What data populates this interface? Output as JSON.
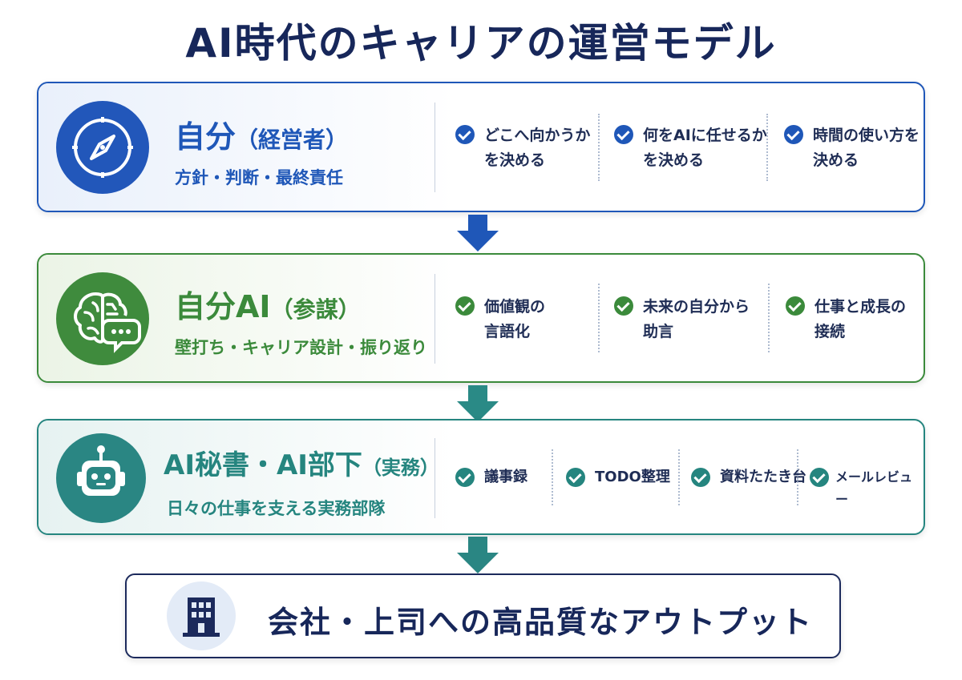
{
  "title": "AI時代のキャリアの運営モデル",
  "colors": {
    "blue": "#1f57b8",
    "green": "#3b8a3b",
    "teal": "#25857f",
    "navy": "#17275a"
  },
  "tiers": [
    {
      "icon": "compass-icon",
      "name": "自分",
      "role": "（経営者）",
      "desc": "方針・判断・最終責任",
      "items": [
        {
          "line1": "どこへ向かうか",
          "line2": "を決める"
        },
        {
          "line1": "何をAIに任せるか",
          "line2": "を決める"
        },
        {
          "line1": "時間の使い方を",
          "line2": "決める"
        }
      ]
    },
    {
      "icon": "brain-chat-icon",
      "name": "自分AI",
      "role": "（参謀）",
      "desc": "壁打ち・キャリア設計・振り返り",
      "items": [
        {
          "line1": "価値観の",
          "line2": "言語化"
        },
        {
          "line1": "未来の自分から",
          "line2": "助言"
        },
        {
          "line1": "仕事と成長の",
          "line2": "接続"
        }
      ]
    },
    {
      "icon": "robot-icon",
      "name": "AI秘書・AI部下",
      "role": "（実務）",
      "desc": "日々の仕事を支える実務部隊",
      "items": [
        "議事録",
        "TODO整理",
        "資料たたき台",
        "メールレビュー"
      ]
    }
  ],
  "output": {
    "icon": "building-icon",
    "label": "会社・上司への高品質なアウトプット"
  }
}
